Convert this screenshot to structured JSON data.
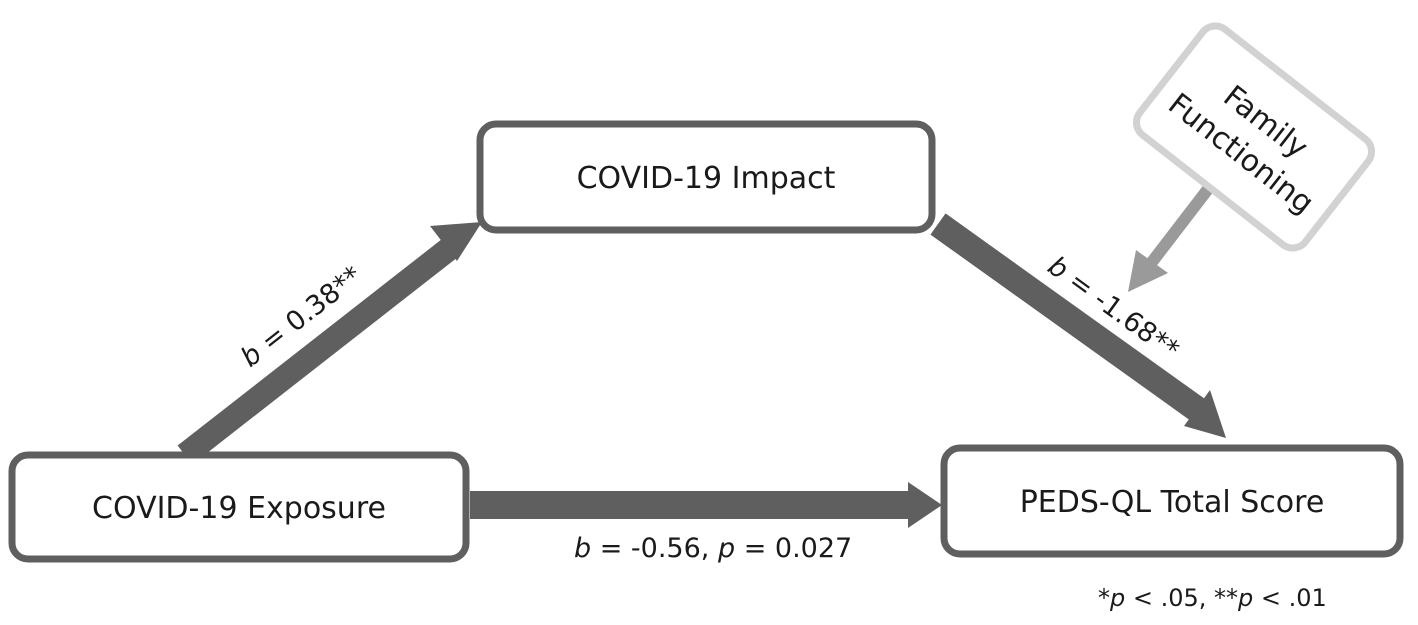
{
  "nodes": {
    "exposure": "COVID-19 Exposure",
    "impact": "COVID-19 Impact",
    "outcome": "PEDS-QL Total Score",
    "moderator_line1": "Family",
    "moderator_line2": "Functioning"
  },
  "paths": {
    "a": {
      "coef_symbol": "b",
      "coef_value": " = 0.38**"
    },
    "b": {
      "coef_symbol": "b",
      "coef_value": " = -1.68**"
    },
    "c": {
      "coef_symbol": "b",
      "coef_value": " = -0.56, ",
      "p_symbol": "p",
      "p_value": " = 0.027"
    }
  },
  "significance_note": {
    "part1_prefix": "*",
    "part1_symbol": "p",
    "part1_value": " < .05, **",
    "part2_symbol": "p",
    "part2_value": " < .01"
  },
  "colors": {
    "node_border": "#5f5f5f",
    "moderator_border": "#d2d2d2",
    "main_arrow": "#5f5f5f",
    "moderator_arrow": "#9a9a9a"
  }
}
